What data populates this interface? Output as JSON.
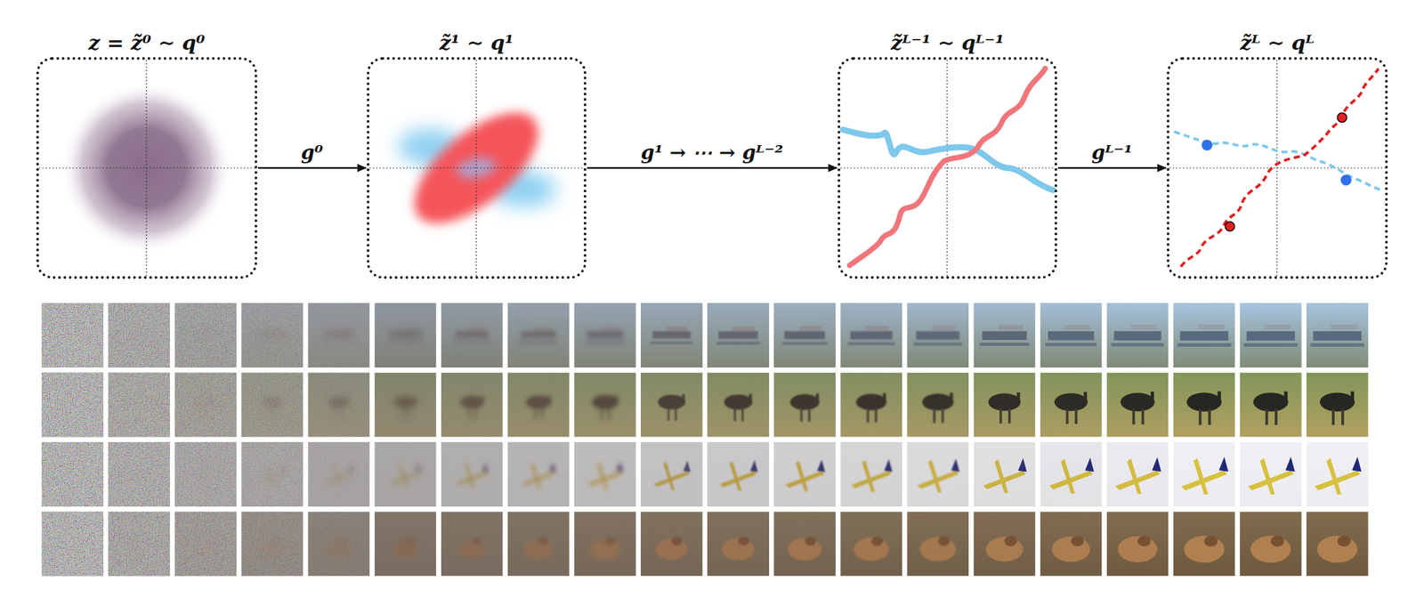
{
  "diagram": {
    "nodes": [
      {
        "text": [
          "z = z̃⁰ ∼ q⁰"
        ]
      },
      {
        "text": [
          "z̃¹ ∼ q¹"
        ]
      },
      {
        "text": [
          "z̃ᴸ⁻¹ ∼ qᴸ⁻¹"
        ]
      },
      {
        "text": [
          "z̃ᴸ ∼ qᴸ"
        ]
      }
    ],
    "edges": [
      {
        "from": 0,
        "to": 1,
        "arrow": "to",
        "label": "g⁰"
      },
      {
        "from": 1,
        "to": 2,
        "arrow": "to",
        "label": "g¹ → ⋯ → gᴸ⁻²"
      },
      {
        "from": 2,
        "to": 3,
        "arrow": "to",
        "label": "gᴸ⁻¹"
      }
    ]
  }
}
